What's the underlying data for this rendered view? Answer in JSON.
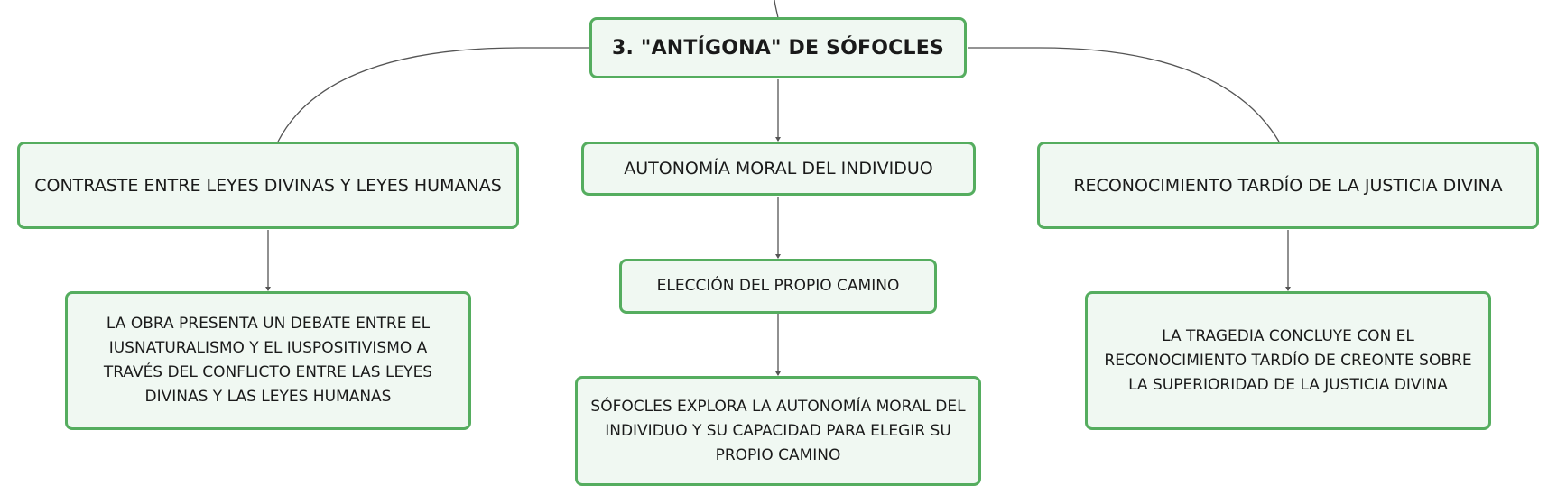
{
  "diagram": {
    "root": {
      "title": "3. \"ANTÍGONA\" DE SÓFOCLES"
    },
    "branches": [
      {
        "title": "CONTRASTE ENTRE LEYES DIVINAS Y LEYES HUMANAS",
        "children": [
          "LA OBRA PRESENTA UN DEBATE ENTRE EL IUSNATURALISMO Y EL IUSPOSITIVISMO A TRAVÉS DEL CONFLICTO ENTRE LAS LEYES DIVINAS Y LAS LEYES HUMANAS"
        ]
      },
      {
        "title": "AUTONOMÍA MORAL DEL INDIVIDUO",
        "children": [
          "ELECCIÓN DEL PROPIO CAMINO",
          "SÓFOCLES EXPLORA LA AUTONOMÍA MORAL DEL INDIVIDUO Y SU CAPACIDAD PARA ELEGIR SU PROPIO CAMINO"
        ]
      },
      {
        "title": "RECONOCIMIENTO TARDÍO DE LA JUSTICIA DIVINA",
        "children": [
          "LA TRAGEDIA CONCLUYE CON EL RECONOCIMIENTO TARDÍO DE CREONTE SOBRE LA SUPERIORIDAD DE LA JUSTICIA DIVINA"
        ]
      }
    ]
  },
  "colors": {
    "node_border": "#55ad5f",
    "node_fill": "#f0f8f2",
    "connector": "#555555",
    "text": "#1a1a1a"
  }
}
